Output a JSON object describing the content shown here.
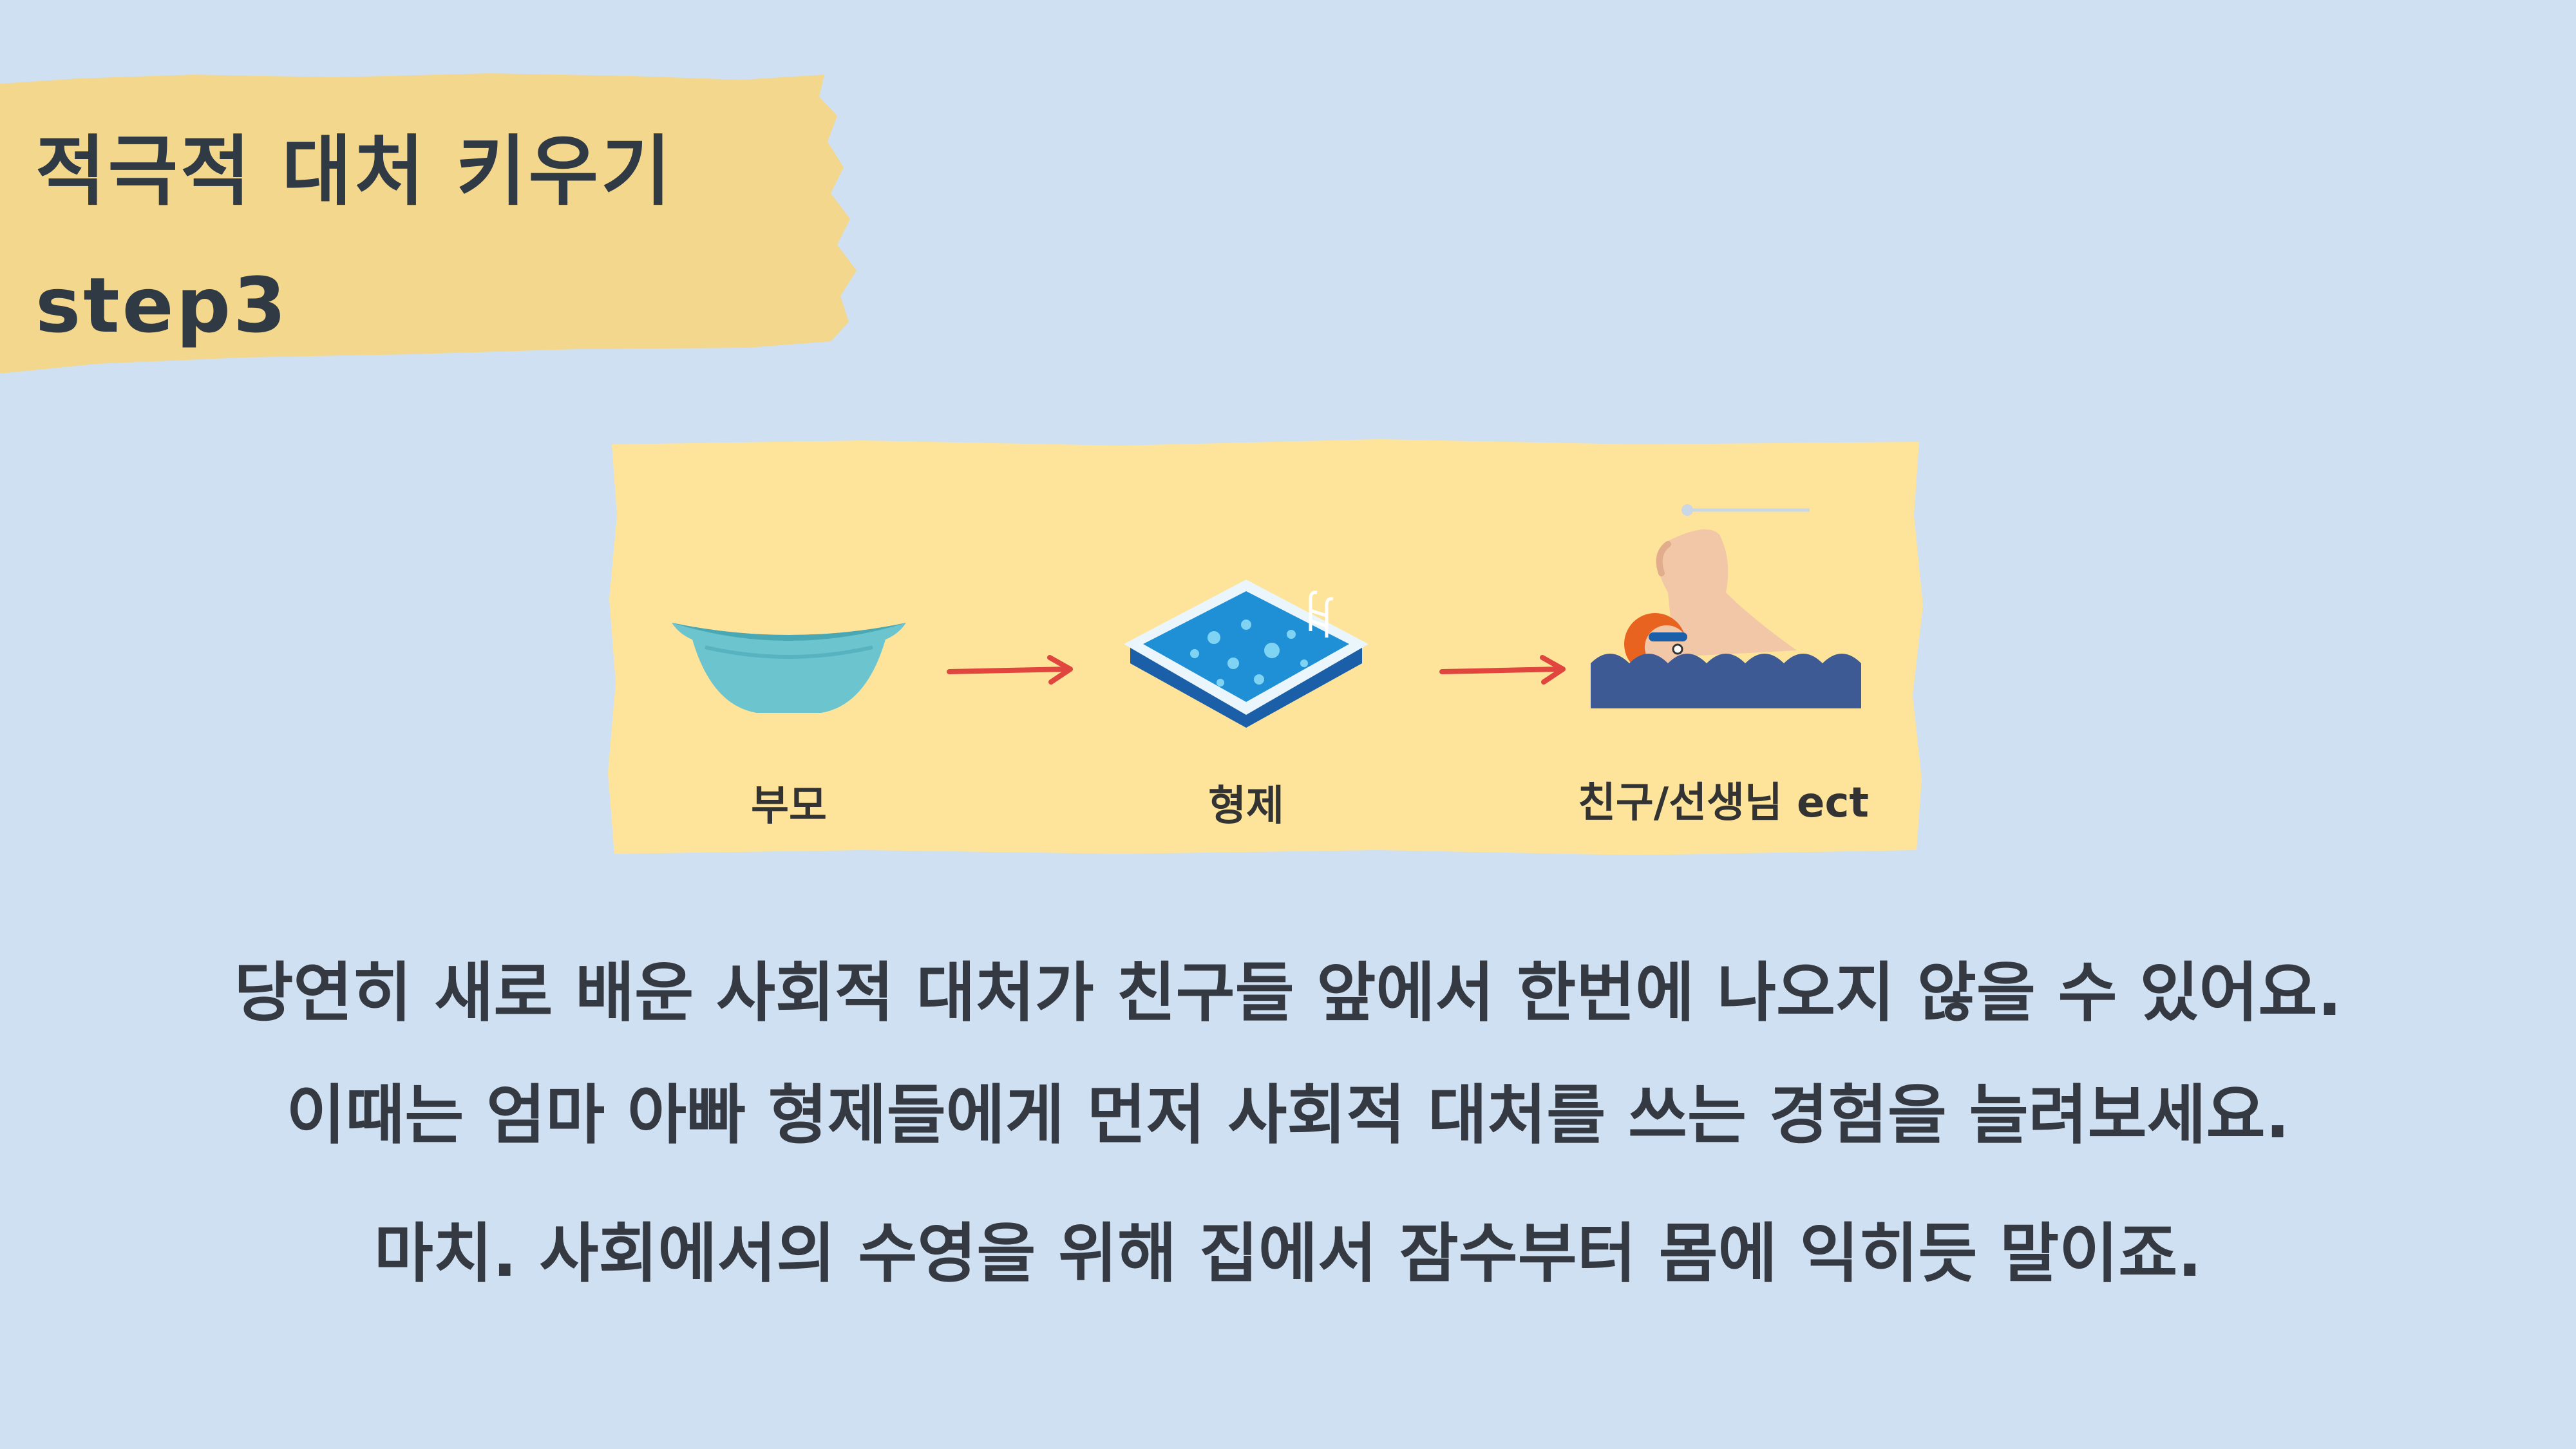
{
  "title": {
    "line1": "적극적 대처 키우기",
    "line2": "step3"
  },
  "steps": [
    {
      "label": "부모",
      "icon": "baby-bathtub-icon"
    },
    {
      "label": "형제",
      "icon": "swimming-pool-icon"
    },
    {
      "label": "친구/선생님 ect",
      "icon": "swimmer-icon"
    }
  ],
  "body": {
    "line1": "당연히 새로 배운 사회적 대처가 친구들 앞에서 한번에 나오지 않을 수 있어요.",
    "line2": "이때는 엄마 아빠 형제들에게 먼저 사회적 대처를 쓰는 경험을 늘려보세요.",
    "line3": "마치. 사회에서의 수영을 위해 집에서 잠수부터 몸에 익히듯 말이죠."
  },
  "colors": {
    "background": "#cfe0f2",
    "highlight": "#f3d78c",
    "panel": "#fde49a",
    "arrow": "#e0453e",
    "text": "#2f3a45"
  }
}
